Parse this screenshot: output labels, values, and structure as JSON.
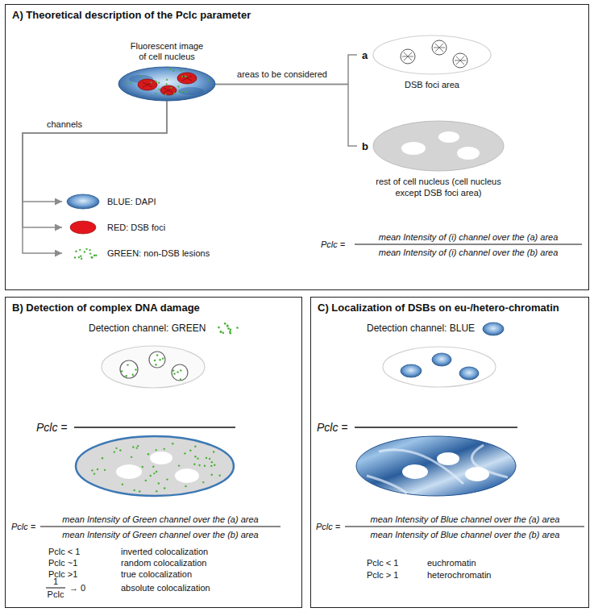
{
  "diagram": {
    "nodes": [
      {
        "text": [
          "A) Theoretical description of the Pclc parameter"
        ]
      },
      {
        "text": [
          "Fluorescent image of cell nucleus"
        ],
        "in": 0
      },
      {
        "text": [
          "BLUE: DAPI"
        ],
        "in": 0
      },
      {
        "text": [
          "RED: DSB foci"
        ],
        "in": 0
      },
      {
        "text": [
          "GREEN: non-DSB lesions"
        ],
        "in": 0
      },
      {
        "text": [
          "a",
          "DSB foci area"
        ],
        "in": 0
      },
      {
        "text": [
          "b",
          "rest of cell nucleus (cell nucleus except DSB foci area)"
        ],
        "in": 0
      },
      {
        "text": [
          "B) Detection of complex DNA damage"
        ]
      },
      {
        "text": [
          "C) Localization of DSBs on eu-/hetero-chromatin"
        ]
      }
    ],
    "edges": [
      {
        "from": 1,
        "to": 2,
        "arrow": "to",
        "label": "channels"
      },
      {
        "from": 1,
        "to": 3,
        "arrow": "to"
      },
      {
        "from": 1,
        "to": 4,
        "arrow": "to"
      },
      {
        "from": 1,
        "to": 5,
        "arrow": "none",
        "label": "areas to be considered"
      },
      {
        "from": 1,
        "to": 6,
        "arrow": "none"
      }
    ],
    "labels": [
      "Pclc =",
      "mean Intensity of (i) channel over the (a) area",
      "mean Intensity of (i) channel over the (b) area",
      "Detection channel: GREEN",
      "Pclc =",
      "Pclc =",
      "mean Intensity of Green channel over the (a) area",
      "mean Intensity of Green channel over the (b) area",
      "Pclc < 1",
      "inverted colocalization",
      "Pclc ~1",
      "random colocalization",
      "Pclc >1",
      "true colocalization",
      "1",
      "Pclc",
      "→ 0",
      "absolute colocalization",
      "Detection channel: BLUE",
      "Pclc =",
      "Pclc =",
      "mean Intensity of Blue channel over the (a) area",
      "mean Intensity of Blue channel over the (b) area",
      "Pclc < 1",
      "euchromatin",
      "Pclc > 1",
      "heterochromatin"
    ]
  }
}
